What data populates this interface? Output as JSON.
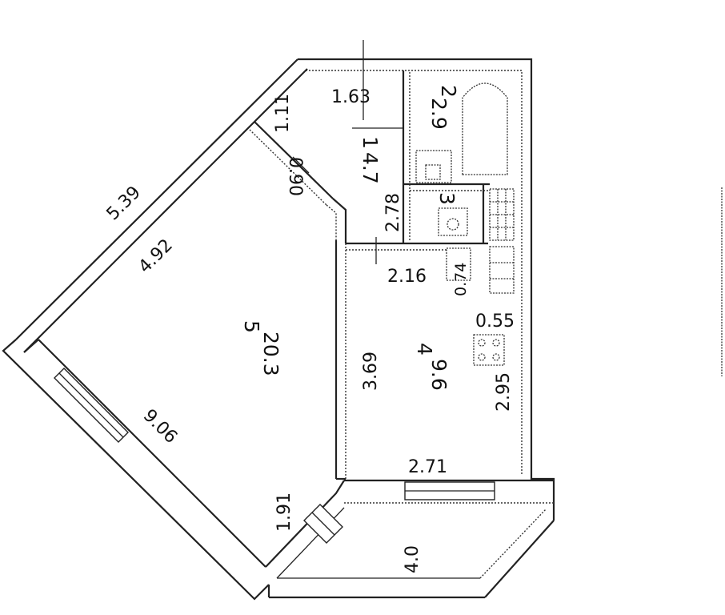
{
  "rooms": [
    {
      "number": "1",
      "area": "4.7"
    },
    {
      "number": "2",
      "area": "2.9"
    },
    {
      "number": "3",
      "area": ""
    },
    {
      "number": "4",
      "area": "9.6"
    },
    {
      "number": "5",
      "area": "20.3"
    }
  ],
  "dimensions": {
    "d_5_39": "5.39",
    "d_4_92": "4.92",
    "d_1_11": "1.11",
    "d_1_63": "1.63",
    "d_0_90": "0.90",
    "d_2_78": "2.78",
    "d_2_16": "2.16",
    "d_0_74": "0.74",
    "d_0_55": "0.55",
    "d_3_69": "3.69",
    "d_2_95": "2.95",
    "d_2_71": "2.71",
    "d_1_91": "1.91",
    "d_4_0": "4.0",
    "d_9_06": "9.06"
  }
}
